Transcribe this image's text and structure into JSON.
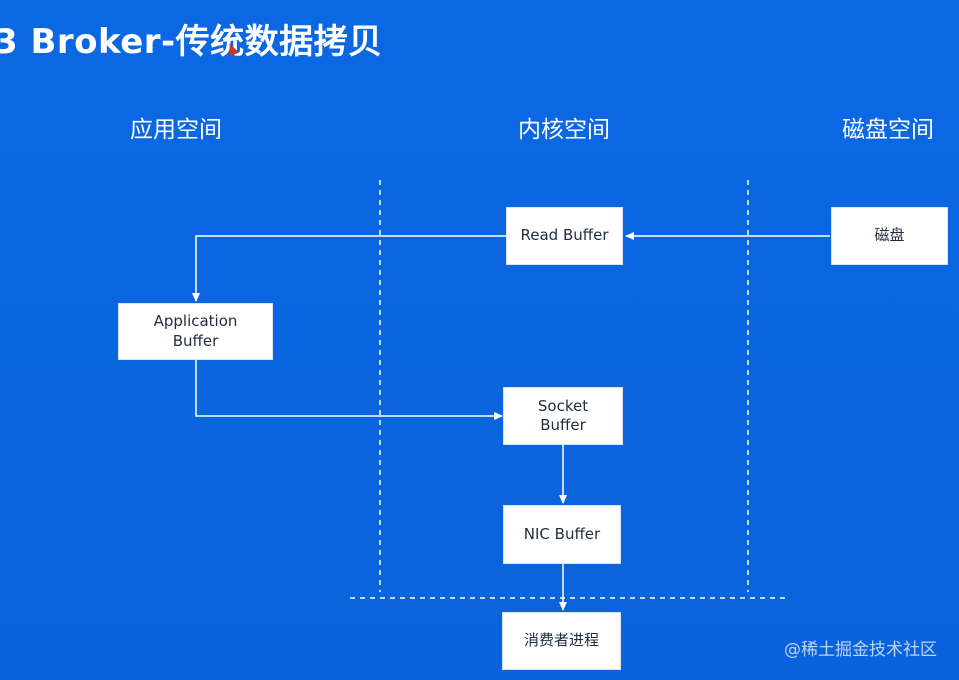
{
  "slide": {
    "title": "3 Broker-传统数据拷贝",
    "watermark": "@稀土掘金技术社区"
  },
  "sections": {
    "app_space": "应用空间",
    "kernel_space": "内核空间",
    "disk_space": "磁盘空间"
  },
  "boxes": {
    "read_buffer": "Read Buffer",
    "disk": "磁盘",
    "application_buffer": "Application\nBuffer",
    "socket_buffer": "Socket\nBuffer",
    "nic_buffer": "NIC Buffer",
    "consumer_process": "消费者进程"
  },
  "colors": {
    "background": "#0b68e3",
    "box_fill": "#ffffff",
    "lines": "#ffffff",
    "box_text": "#1f2d3d"
  }
}
